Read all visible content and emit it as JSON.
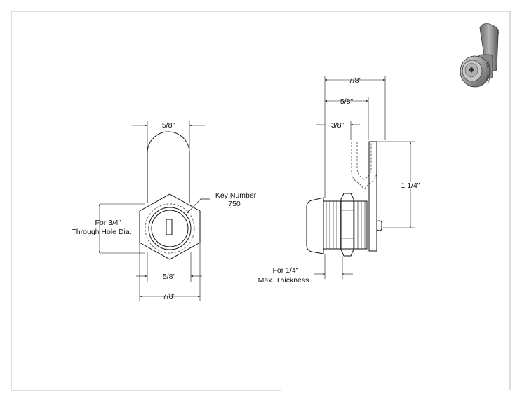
{
  "front_view": {
    "top_dim": "5/8\"",
    "hole_dia_line1": "For 3/4\"",
    "hole_dia_line2": "Through Hole Dia.",
    "key_line1": "Key Number",
    "key_line2": "750",
    "mid_dim": "5/8\"",
    "bottom_dim": "7/8\""
  },
  "side_view": {
    "dim_overall": "7/8\"",
    "dim_mid": "5/8\"",
    "dim_short": "3/8\"",
    "height_dim": "1 1/4\"",
    "thickness_line1": "For 1/4\"",
    "thickness_line2": "Max. Thickness"
  },
  "thumbnail": {
    "icon": "cam-lock-icon"
  }
}
